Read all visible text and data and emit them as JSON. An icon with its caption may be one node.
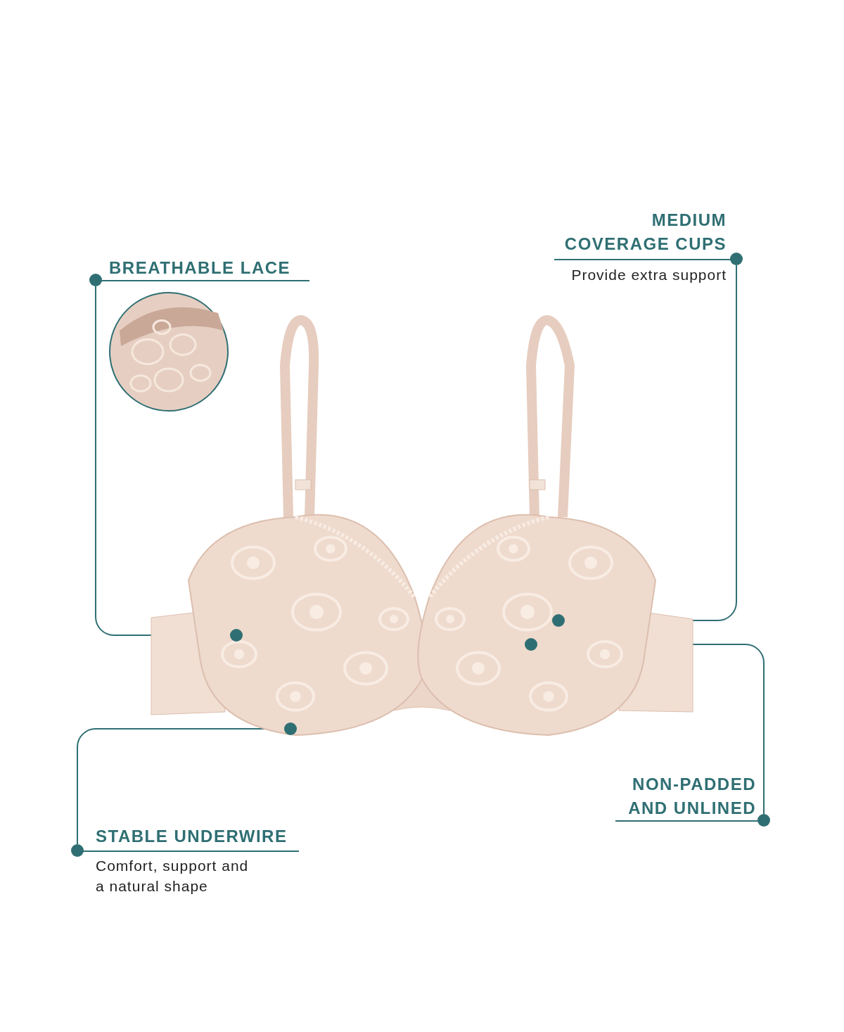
{
  "diagram": {
    "nodes": [
      {
        "text": [
          "MEDIUM COVERAGE CUPS",
          "Provide extra support"
        ]
      },
      {
        "text": [
          "BREATHABLE LACE"
        ]
      },
      {
        "text": [],
        "shape": "picture"
      },
      {
        "text": [],
        "shape": "circle",
        "in": 2
      },
      {
        "text": [],
        "shape": "circle",
        "in": 2
      },
      {
        "text": [],
        "shape": "circle",
        "in": 2
      },
      {
        "text": [],
        "shape": "circle",
        "in": 2
      },
      {
        "text": [
          "NON-PADDED AND UNLINED"
        ]
      },
      {
        "text": [
          "STABLE UNDERWIRE",
          "Comfort, support and a natural shape"
        ]
      }
    ],
    "edges": [
      {
        "from": 0,
        "to": 6,
        "arrow": "none"
      },
      {
        "from": 1,
        "to": 3,
        "arrow": "none"
      },
      {
        "from": 7,
        "to": 5,
        "arrow": "none"
      },
      {
        "from": 8,
        "to": 4,
        "arrow": "none"
      }
    ]
  }
}
